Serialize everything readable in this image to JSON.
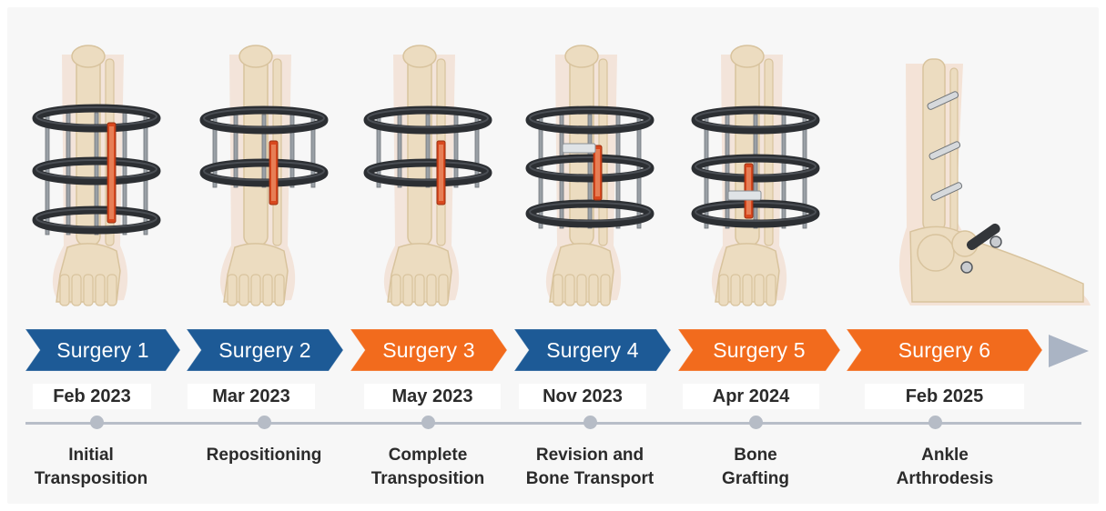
{
  "colors": {
    "blue": "#1d5a96",
    "orange": "#f26b1d",
    "axis": "#b8bec8",
    "arrow": "#aab4c4"
  },
  "stages": [
    {
      "label": "Surgery 1",
      "date": "Feb 2023",
      "desc_line1": "Initial",
      "desc_line2": "Transposition",
      "color": "blue",
      "illustration": "external-fixator-ring-leg-icon"
    },
    {
      "label": "Surgery 2",
      "date": "Mar 2023",
      "desc_line1": "Repositioning",
      "desc_line2": "",
      "color": "blue",
      "illustration": "external-fixator-ring-leg-icon"
    },
    {
      "label": "Surgery 3",
      "date": "May 2023",
      "desc_line1": "Complete",
      "desc_line2": "Transposition",
      "color": "orange",
      "illustration": "external-fixator-ring-leg-icon"
    },
    {
      "label": "Surgery 4",
      "date": "Nov 2023",
      "desc_line1": "Revision and",
      "desc_line2": "Bone Transport",
      "color": "blue",
      "illustration": "external-fixator-ring-leg-icon"
    },
    {
      "label": "Surgery 5",
      "date": "Apr 2024",
      "desc_line1": "Bone",
      "desc_line2": "Grafting",
      "color": "orange",
      "illustration": "external-fixator-ring-leg-icon"
    },
    {
      "label": "Surgery 6",
      "date": "Feb 2025",
      "desc_line1": "Ankle",
      "desc_line2": "Arthrodesis",
      "color": "orange",
      "illustration": "fused-ankle-screws-icon"
    }
  ]
}
